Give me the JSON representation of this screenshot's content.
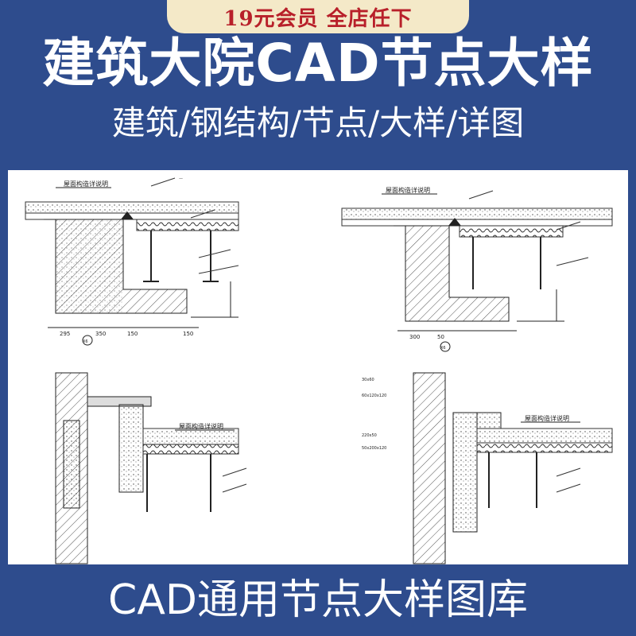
{
  "badge": "19元会员 全店任下",
  "title": "建筑大院CAD节点大样",
  "subtitle": "建筑/钢结构/节点/大样/详图",
  "footer": "CAD通用节点大样图库",
  "drawings": {
    "panel1": {
      "label": "屋面构造详说明",
      "dims": [
        "295",
        "350",
        "150",
        "150"
      ],
      "marker": "X6"
    },
    "panel2": {
      "label": "屋面构造详说明",
      "dims": [
        "300",
        "50"
      ],
      "marker": "X6"
    },
    "panel3": {
      "label": "屋面构造详说明"
    },
    "panel4": {
      "label": "屋面构造详说明",
      "notes": [
        "30x60",
        "60x120x120",
        "220x50",
        "50x200x120"
      ]
    }
  },
  "colors": {
    "background": "#2e4c8d",
    "badge_bg": "#f4e9c8",
    "badge_text": "#b8202a",
    "text": "#ffffff"
  }
}
